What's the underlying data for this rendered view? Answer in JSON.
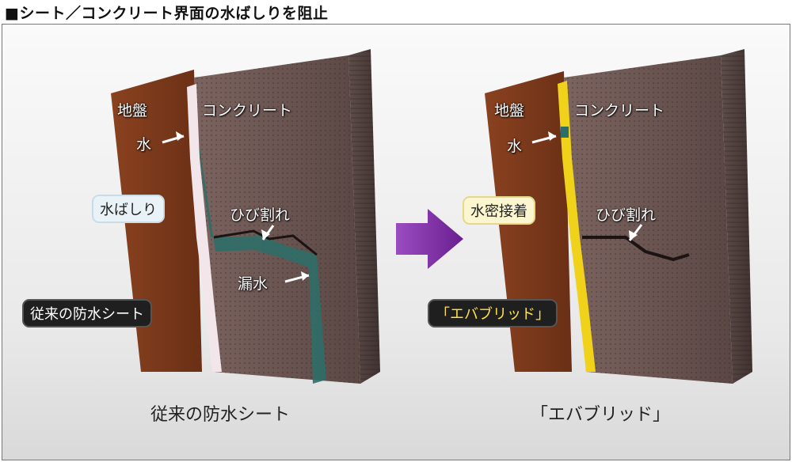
{
  "title": "■シート／コンクリート界面の水ばしりを阻止",
  "left": {
    "ground": "地盤",
    "concrete": "コンクリート",
    "water": "水",
    "tag_water_run": "水ばしり",
    "crack": "ひび割れ",
    "leak": "漏水",
    "tag_sheet": "従来の防水シート",
    "caption": "従来の防水シート"
  },
  "right": {
    "ground": "地盤",
    "concrete": "コンクリート",
    "water": "水",
    "tag_bond": "水密接着",
    "crack": "ひび割れ",
    "tag_product": "「エバブリッド」",
    "caption": "「エバブリッド」"
  },
  "colors": {
    "ground": "#7a3a1c",
    "concrete": "#6e5550",
    "sheet_left": "#f2e6ea",
    "leak": "#2f6e68",
    "sheet_right": "#f0d21a",
    "arrow": "#7b2aa0"
  }
}
